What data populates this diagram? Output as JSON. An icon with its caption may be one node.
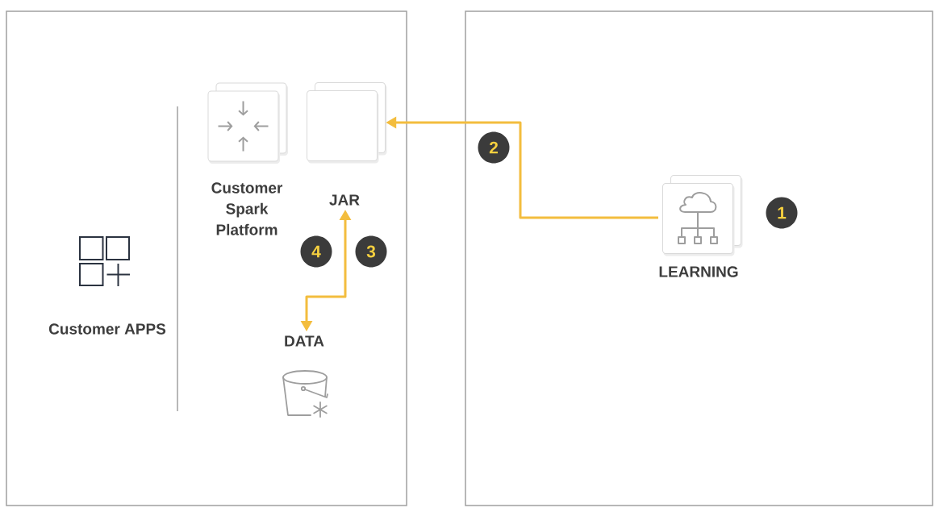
{
  "diagram": {
    "nodes": [
      {
        "text": [],
        "shape": "box"
      },
      {
        "text": [],
        "shape": "box"
      },
      {
        "text": [
          "Customer APPS"
        ],
        "in": 0
      },
      {
        "text": [
          "Customer Spark Platform"
        ],
        "in": 0
      },
      {
        "text": [
          "JAR"
        ],
        "in": 0
      },
      {
        "text": [
          "DATA"
        ],
        "in": 0
      },
      {
        "text": [
          "LEARNING"
        ],
        "in": 1
      }
    ],
    "edges": [
      {
        "from": 6,
        "to": 4,
        "arrow": "to"
      },
      {
        "from": 4,
        "to": 5,
        "arrow": "both"
      }
    ],
    "labels": [
      "2",
      "1",
      "4",
      "3"
    ]
  }
}
